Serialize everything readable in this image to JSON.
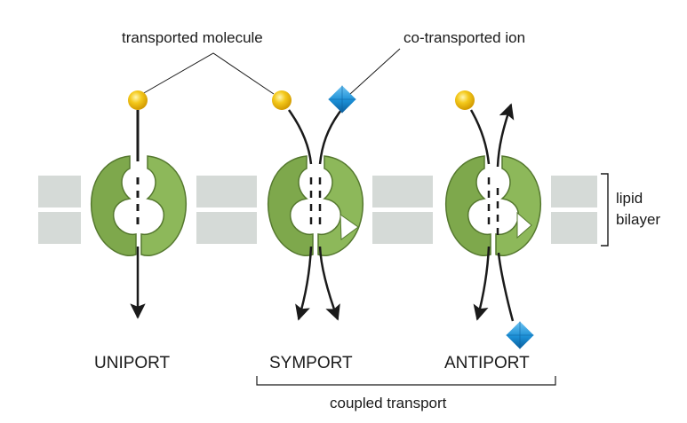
{
  "labels": {
    "transported_molecule": "transported molecule",
    "co_transported_ion": "co-transported ion",
    "lipid_bilayer_line1": "lipid",
    "lipid_bilayer_line2": "bilayer",
    "uniport": "UNIPORT",
    "symport": "SYMPORT",
    "antiport": "ANTIPORT",
    "coupled_transport": "coupled transport"
  },
  "colors": {
    "protein": "#7ea84c",
    "protein_dark": "#55782f",
    "membrane": "#d5dad7",
    "molecule": "#f1c21b",
    "ion": "#1b8fd6",
    "arrow": "#1a1a1a"
  }
}
